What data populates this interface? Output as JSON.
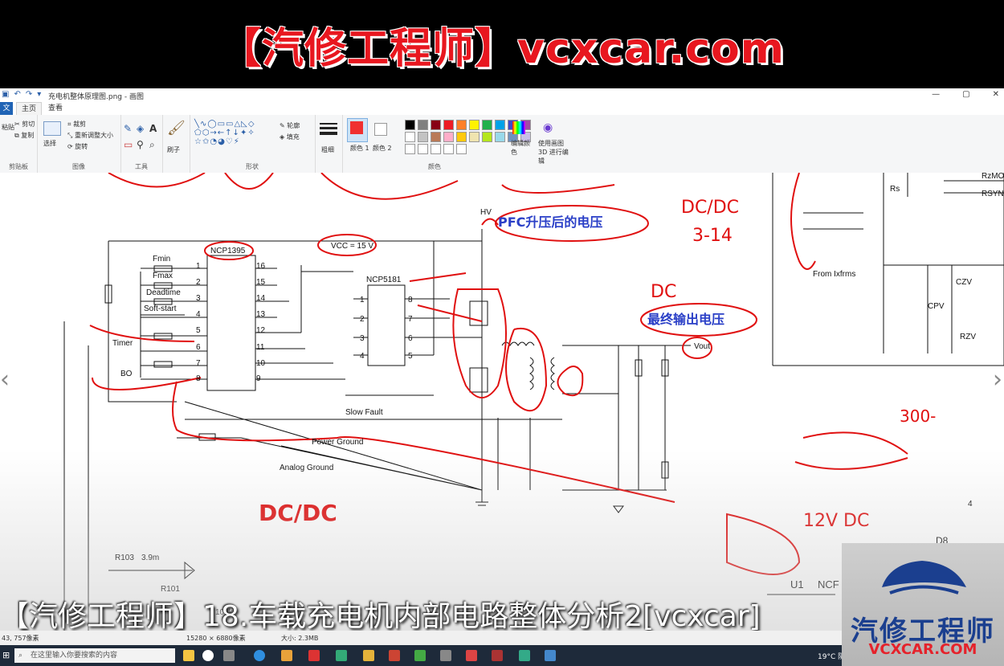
{
  "banner": {
    "title": "【汽修工程师】vcxcar.com"
  },
  "window": {
    "title": "充电机整体原理图.png - 画图"
  },
  "ribbon": {
    "tabs": [
      "文件",
      "主页",
      "查看"
    ],
    "clipboard": {
      "paste": "粘贴",
      "cut": "剪切",
      "copy": "复制",
      "label": "剪贴板"
    },
    "image": {
      "select": "选择",
      "crop": "裁剪",
      "resize": "重新调整大小",
      "rotate": "旋转",
      "label": "图像"
    },
    "tools": {
      "label": "工具"
    },
    "brushes": {
      "label": "刷子"
    },
    "shapes": {
      "outline": "轮廓",
      "fill": "填充",
      "label": "形状"
    },
    "size": {
      "label": "粗细"
    },
    "colors": {
      "color1": "颜色 1",
      "color2": "颜色 2",
      "edit": "编辑颜色",
      "paint3d": "使用画图 3D 进行编辑",
      "label": "颜色",
      "active_color": "#f03030"
    }
  },
  "schematic": {
    "chips": [
      "NCP1395",
      "NCP5181"
    ],
    "pins_left": [
      "1",
      "2",
      "3",
      "4",
      "5",
      "6",
      "7",
      "8"
    ],
    "pins_right": [
      "16",
      "15",
      "14",
      "13",
      "12",
      "11",
      "10",
      "9"
    ],
    "ncp5181_left": [
      "1",
      "2",
      "3",
      "4"
    ],
    "ncp5181_right": [
      "8",
      "7",
      "6",
      "5"
    ],
    "labels": {
      "fmin": "Fmin",
      "fmax": "Fmax",
      "deadtime": "Deadtime",
      "softstart": "Soft-start",
      "timer": "Timer",
      "bo": "BO",
      "vcc": "VCC = 15 V",
      "hv": "HV",
      "slow_fault": "Slow Fault",
      "power_ground": "Power Ground",
      "analog_ground": "Analog Ground",
      "vout": "Vout",
      "from_ixfrms": "From Ixfrms",
      "rs": "Rs",
      "rzmo": "RzMO",
      "rsyn": "RSYN",
      "czv": "CZV",
      "cpv": "CPV",
      "rzv": "RZV",
      "r103": "R103",
      "r103_val": "3.9m",
      "r101": "R101",
      "r100k": "100k",
      "u1": "U1",
      "ncf": "NCF",
      "d8": "D8",
      "pin4": "4"
    },
    "annotations": {
      "pfc": "PFC升压后的电压",
      "final": "最终输出电压",
      "dcdc": "DC/DC",
      "dcdc_small": "DC/DC",
      "range1": "3-14",
      "dc": "DC",
      "v12": "12V DC",
      "v300": "300-"
    }
  },
  "caption": "【汽修工程师】18.车载充电机内部电路整体分析2[vcxcar]",
  "status": {
    "coords": "43, 757像素",
    "dimensions": "15280 × 6880像素",
    "size": "大小: 2.3MB"
  },
  "taskbar": {
    "search_placeholder": "在这里输入你要搜索的内容",
    "weather": "19°C 阴"
  },
  "logo": {
    "main": "汽修工程师",
    "sub": "VCXCAR.COM"
  }
}
